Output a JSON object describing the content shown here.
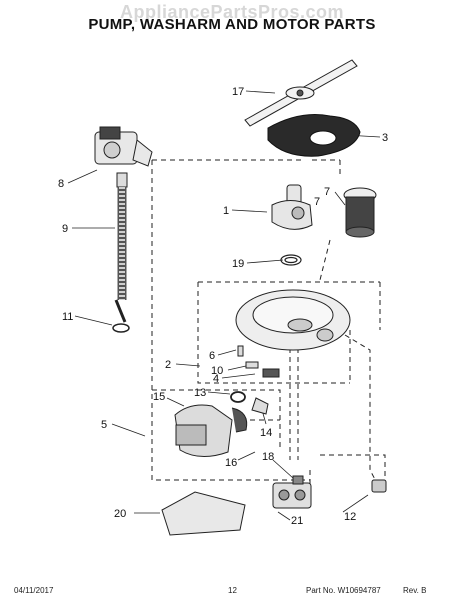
{
  "watermark": "AppliancePartsPros.com",
  "title": "PUMP, WASHARM AND MOTOR PARTS",
  "callouts": {
    "c17": "17",
    "c3": "3",
    "c8": "8",
    "c1": "1",
    "c7a": "7",
    "c7b": "7",
    "c9": "9",
    "c19": "19",
    "c11": "11",
    "c6": "6",
    "c2": "2",
    "c10": "10",
    "c4": "4",
    "c13": "13",
    "c15": "15",
    "c5": "5",
    "c14": "14",
    "c16": "16",
    "c18": "18",
    "c12": "12",
    "c20": "20",
    "c21": "21"
  },
  "footer": {
    "date": "04/11/2017",
    "page": "12",
    "part_no": "Part No.  W10694787",
    "rev": "Rev.  B"
  }
}
